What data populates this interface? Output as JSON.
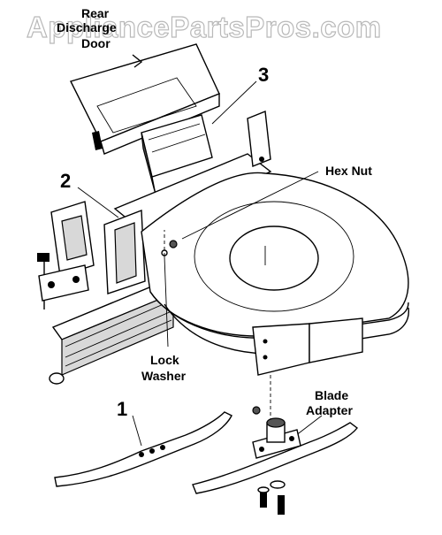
{
  "watermark": "AppliancePartsPros.com",
  "labels": {
    "rear_discharge_door_line1": "Rear",
    "rear_discharge_door_line2": "Discharge",
    "rear_discharge_door_line3": "Door",
    "hex_nut": "Hex Nut",
    "lock_washer_line1": "Lock",
    "lock_washer_line2": "Washer",
    "blade_adapter_line1": "Blade",
    "blade_adapter_line2": "Adapter"
  },
  "callouts": {
    "n1": "1",
    "n2": "2",
    "n3": "3"
  }
}
